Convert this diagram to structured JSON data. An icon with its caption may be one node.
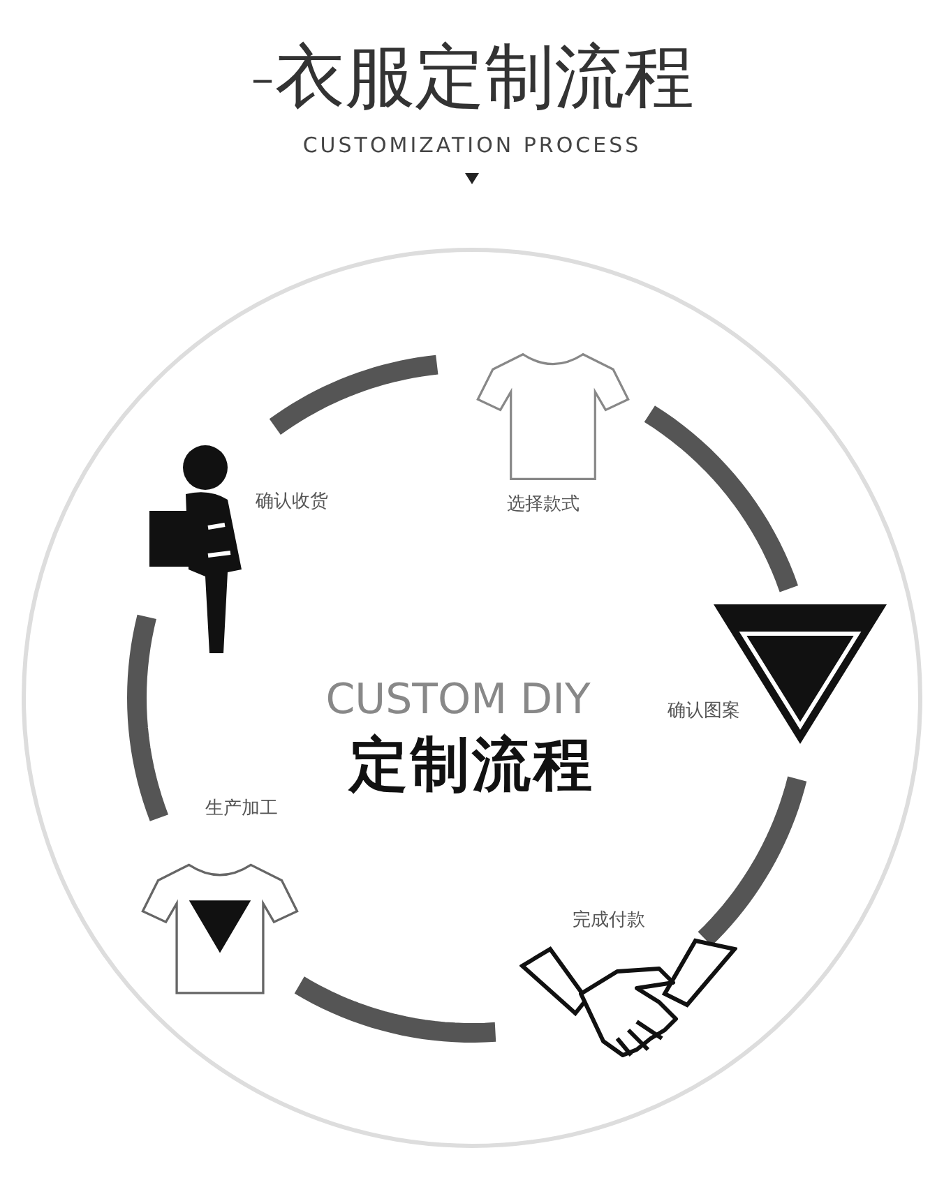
{
  "diagram": {
    "title": "-衣服定制流程",
    "nodes": [
      {
        "text": [
          "选择款式"
        ]
      },
      {
        "text": [
          "确认图案"
        ]
      },
      {
        "text": [
          "完成付款"
        ]
      },
      {
        "text": [
          "生产加工"
        ]
      },
      {
        "text": [
          "确认收货"
        ]
      }
    ],
    "edges": [
      {
        "from": 4,
        "to": 0,
        "arrow": "none"
      },
      {
        "from": 0,
        "to": 1,
        "arrow": "none"
      },
      {
        "from": 1,
        "to": 2,
        "arrow": "none"
      },
      {
        "from": 2,
        "to": 3,
        "arrow": "none"
      },
      {
        "from": 3,
        "to": 4,
        "arrow": "none"
      }
    ],
    "labels": [
      "CUSTOMIZATION PROCESS",
      "CUSTOM DIY",
      "定制流程"
    ]
  }
}
